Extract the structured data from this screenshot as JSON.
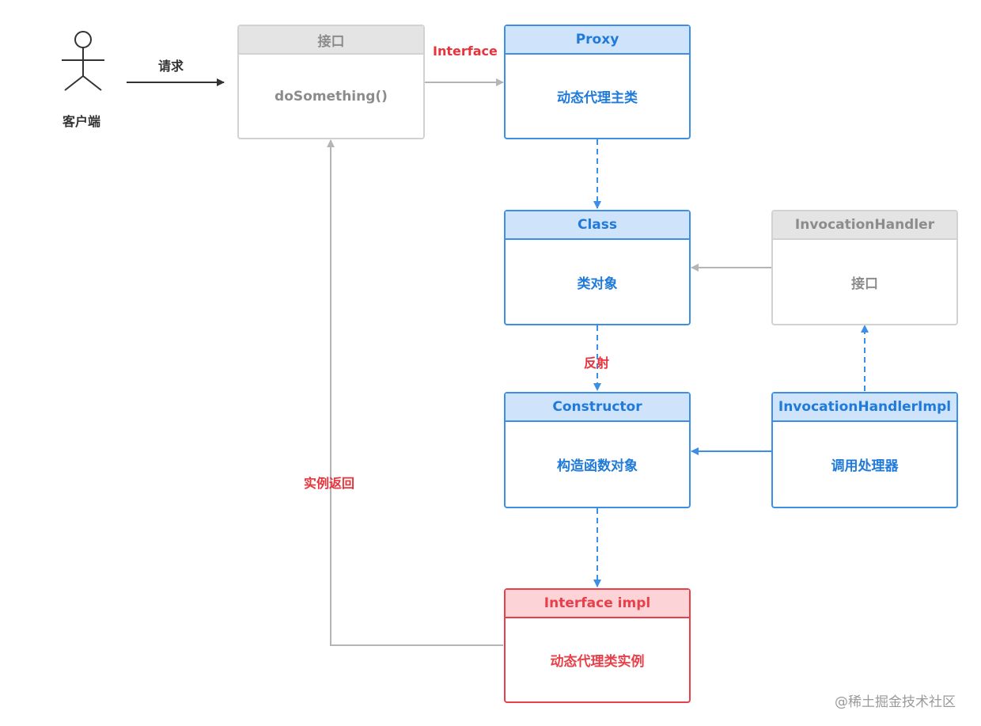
{
  "client": {
    "label": "客户端"
  },
  "request_label": "请求",
  "interface_edge_label": "Interface",
  "reflection_label": "反射",
  "instance_return_label": "实例返回",
  "boxes": {
    "interface": {
      "title": "接口",
      "body": "doSomething()"
    },
    "proxy": {
      "title": "Proxy",
      "body": "动态代理主类"
    },
    "class": {
      "title": "Class",
      "body": "类对象"
    },
    "invocation_handler": {
      "title": "InvocationHandler",
      "body": "接口"
    },
    "constructor": {
      "title": "Constructor",
      "body": "构造函数对象"
    },
    "invocation_handler_impl": {
      "title": "InvocationHandlerImpl",
      "body": "调用处理器"
    },
    "interface_impl": {
      "title": "Interface impl",
      "body": "动态代理类实例"
    }
  },
  "watermark": "@稀土掘金技术社区",
  "colors": {
    "blue": "#3d8fe6",
    "gray": "#bdbdbd",
    "red": "#e8404a",
    "dark": "#333333"
  }
}
